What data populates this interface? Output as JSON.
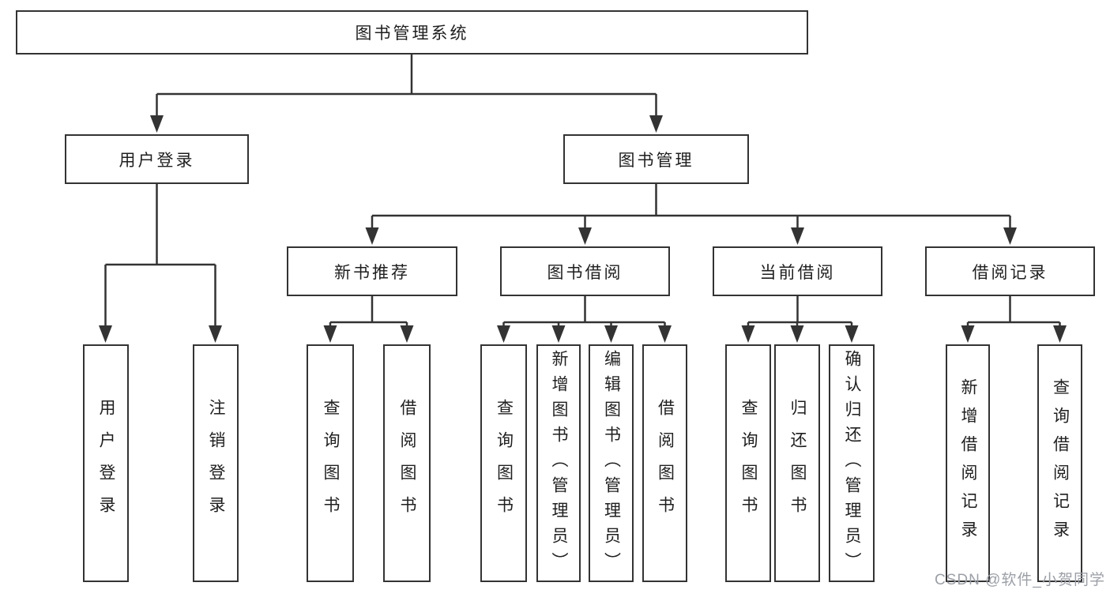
{
  "diagram": {
    "root": {
      "label": "图书管理系统"
    },
    "level2": [
      {
        "label": "用户登录"
      },
      {
        "label": "图书管理"
      }
    ],
    "level3": [
      {
        "label": "新书推荐"
      },
      {
        "label": "图书借阅"
      },
      {
        "label": "当前借阅"
      },
      {
        "label": "借阅记录"
      }
    ],
    "leaves": {
      "user_login": [
        "用户登录",
        "注销登录"
      ],
      "new_book_recommend": [
        "查询图书",
        "借阅图书"
      ],
      "book_borrow": [
        "查询图书",
        "新增图书（管理员）",
        "编辑图书（管理员）",
        "借阅图书"
      ],
      "current_borrow": [
        "查询图书",
        "归还图书",
        "确认归还（管理员）"
      ],
      "borrow_records": [
        "新增借阅记录",
        "查询借阅记录"
      ]
    }
  },
  "watermark": {
    "text": "CSDN @软件_小贺同学",
    "color": "#9b9fa6"
  },
  "colors": {
    "line": "#333333",
    "box_border": "#333333",
    "background": "#ffffff",
    "text": "#1f1f1f"
  }
}
